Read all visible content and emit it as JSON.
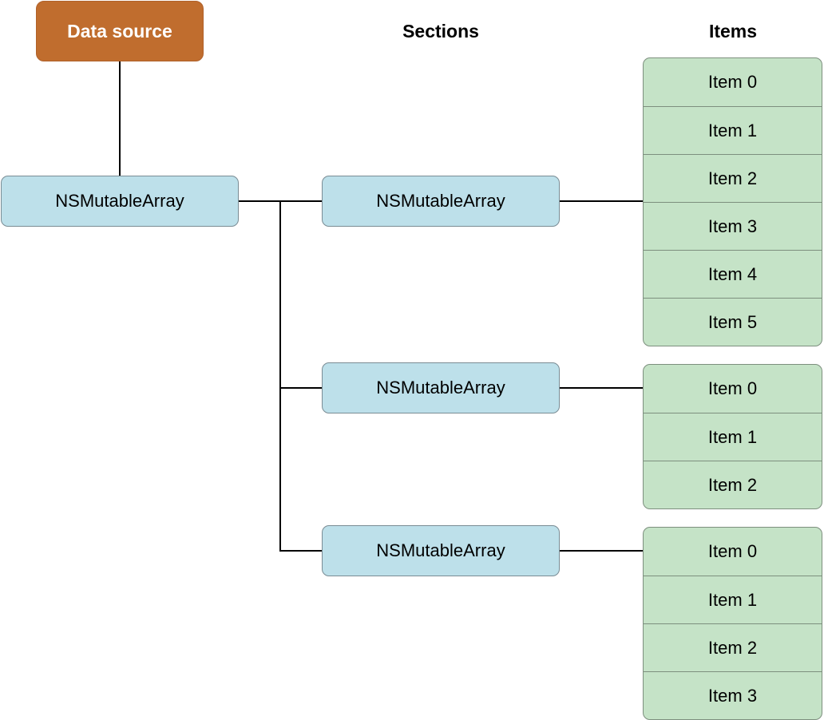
{
  "data_source": {
    "label": "Data source"
  },
  "headers": {
    "sections": "Sections",
    "items": "Items"
  },
  "root": {
    "label": "NSMutableArray"
  },
  "sections": [
    {
      "label": "NSMutableArray",
      "items": [
        "Item 0",
        "Item 1",
        "Item 2",
        "Item 3",
        "Item 4",
        "Item 5"
      ]
    },
    {
      "label": "NSMutableArray",
      "items": [
        "Item 0",
        "Item 1",
        "Item 2"
      ]
    },
    {
      "label": "NSMutableArray",
      "items": [
        "Item 0",
        "Item 1",
        "Item 2",
        "Item 3"
      ]
    }
  ],
  "colors": {
    "data_source_fill": "#c06d2e",
    "array_fill": "#bde0ea",
    "item_fill": "#c5e3c7",
    "connector": "#000000"
  }
}
